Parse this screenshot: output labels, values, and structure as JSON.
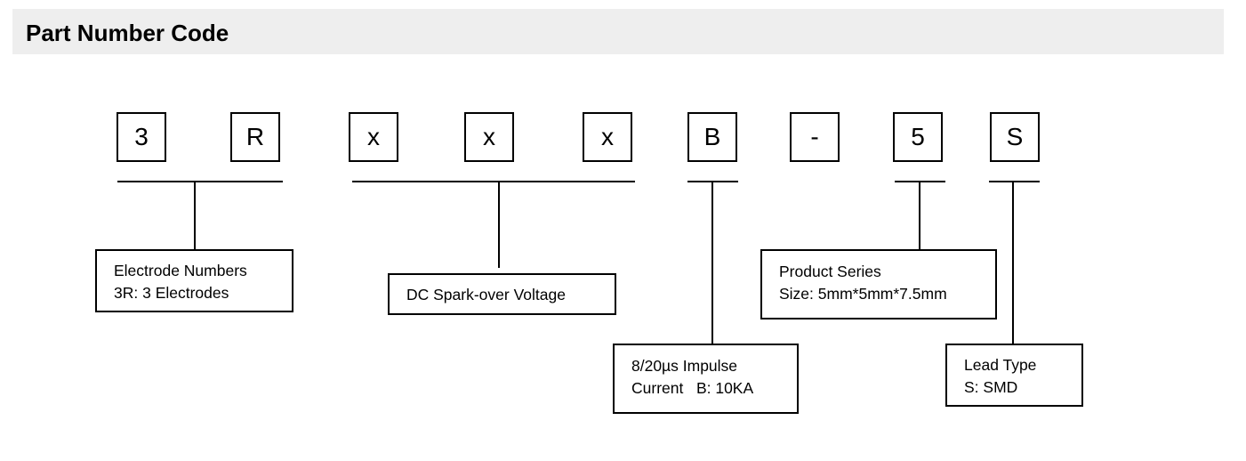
{
  "header": {
    "title": "Part Number Code"
  },
  "code": {
    "chars": [
      {
        "char": "3"
      },
      {
        "char": "R"
      },
      {
        "char": "x"
      },
      {
        "char": "x"
      },
      {
        "char": "x"
      },
      {
        "char": "B"
      },
      {
        "char": "-"
      },
      {
        "char": "5"
      },
      {
        "char": "S"
      }
    ]
  },
  "descriptions": {
    "electrode": {
      "line1": "Electrode Numbers",
      "line2": "3R: 3 Electrodes"
    },
    "voltage": {
      "line1": "DC Spark-over Voltage"
    },
    "impulse": {
      "line1": "8/20µs Impulse",
      "line2": "Current   B: 10KA"
    },
    "series": {
      "line1": "Product Series",
      "line2": "Size: 5mm*5mm*7.5mm"
    },
    "lead": {
      "line1": "Lead Type",
      "line2": "S: SMD"
    }
  }
}
